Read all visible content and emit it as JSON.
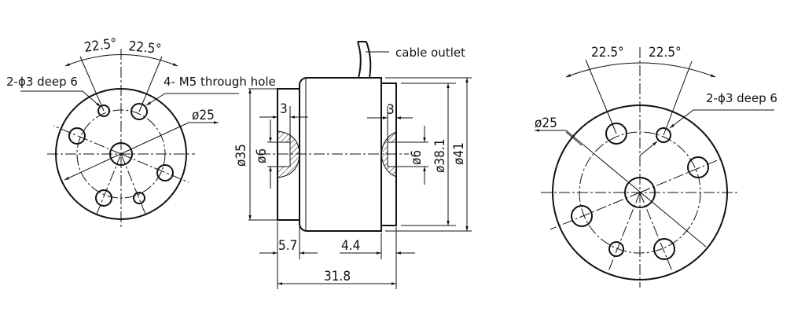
{
  "left_view": {
    "angle_left": "22.5°",
    "angle_right": "22.5°",
    "pin_hole_note": "2-ϕ3 deep 6",
    "through_hole_note": "4- M5 through hole",
    "pitch_diameter": "ø25"
  },
  "side_view": {
    "cable_note": "cable outlet",
    "left_flange_dia": "ø35",
    "left_bore_dia": "ø6",
    "left_bore_depth": "3",
    "right_bore_depth": "3",
    "right_bore_dia": "ø6",
    "right_flange_dia": "ø38.1",
    "body_dia": "ø41",
    "left_flange_len": "5.7",
    "right_flange_len": "4.4",
    "overall_len": "31.8"
  },
  "right_view": {
    "angle_left": "22.5°",
    "angle_right": "22.5°",
    "pin_hole_note": "2-ϕ3 deep 6",
    "pitch_diameter": "ø25"
  }
}
